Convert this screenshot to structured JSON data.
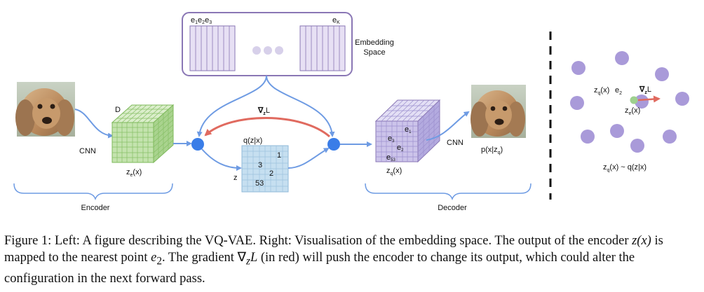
{
  "figure": {
    "embedding": {
      "first_labels": [
        "e",
        "1",
        "e",
        "2",
        "e",
        "3"
      ],
      "last_label": [
        "e",
        "K"
      ],
      "space_label_line1": "Embedding",
      "space_label_line2": "Space"
    },
    "encoder": {
      "cnn_label": "CNN",
      "dim_label": "D",
      "output_label": [
        "z",
        "e",
        "(x)"
      ],
      "section_label": "Encoder"
    },
    "gradient_label": [
      "∇",
      "z",
      "L"
    ],
    "posterior": {
      "title": "q(z|x)",
      "z_label": "z",
      "cells": [
        "1",
        "3",
        "2",
        "53"
      ]
    },
    "decoder": {
      "cube_labels": [
        [
          "e",
          "1"
        ],
        [
          "e",
          "3"
        ],
        [
          "e",
          "2"
        ],
        [
          "e",
          "53"
        ]
      ],
      "output_label": [
        "z",
        "q",
        "(x)"
      ],
      "cnn_label": "CNN",
      "recon_label": [
        "p(x|z",
        "q",
        ")"
      ],
      "section_label": "Decoder"
    },
    "right_panel": {
      "zq_label": [
        "z",
        "q",
        "(x)"
      ],
      "e2_label": [
        "e",
        "2"
      ],
      "grad_label": [
        "∇",
        "z",
        "L"
      ],
      "ze_label": [
        "z",
        "e",
        "(x)"
      ],
      "bottom_label": [
        "z",
        "q",
        "(x) ~ q(z|x)"
      ]
    },
    "colors": {
      "embedding_frame": "#8a77b5",
      "embedding_fill": "#e7e0f4",
      "arrow_blue": "#6e9be3",
      "node_blue": "#3a7de8",
      "gradient_red": "#e06a5f",
      "encoder_cube": "#c4e3ae",
      "grid_cell": "#c6dff0",
      "decoder_cube": "#ccc4ea",
      "point_purple": "#a99ad9",
      "point_green": "#9ed08e"
    },
    "icons": [
      "dog-photo-icon",
      "reconstructed-dog-photo-icon"
    ]
  },
  "caption": {
    "p1": "Figure 1: Left: A figure describing the VQ-VAE. Right: Visualisation of the embedding space. The output of the encoder ",
    "m1": "z(x)",
    "p2": " is mapped to the nearest point ",
    "m2": "e",
    "m2sub": "2",
    "p3": ". The gradient ",
    "m3": "∇",
    "m3sub": "z",
    "m3b": "L",
    "p4": " (in red) will push the encoder to change its output, which could alter the configuration in the next forward pass."
  }
}
